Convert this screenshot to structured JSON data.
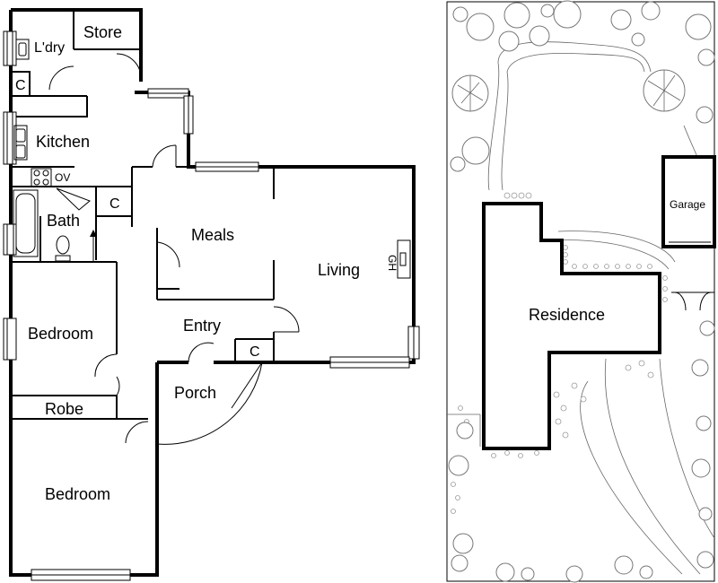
{
  "floor_plan": {
    "rooms": {
      "store": "Store",
      "laundry": "L'dry",
      "kitchen": "Kitchen",
      "bath": "Bath",
      "meals": "Meals",
      "living": "Living",
      "entry": "Entry",
      "porch": "Porch",
      "bedroom_1": "Bedroom",
      "robe": "Robe",
      "bedroom_2": "Bedroom"
    },
    "fixtures": {
      "cupboard_laundry": "C",
      "cupboard_bath": "C",
      "cupboard_entry": "C",
      "oven": "OV",
      "gas_heater": "GH"
    }
  },
  "site_plan": {
    "residence": "Residence",
    "garage": "Garage"
  }
}
